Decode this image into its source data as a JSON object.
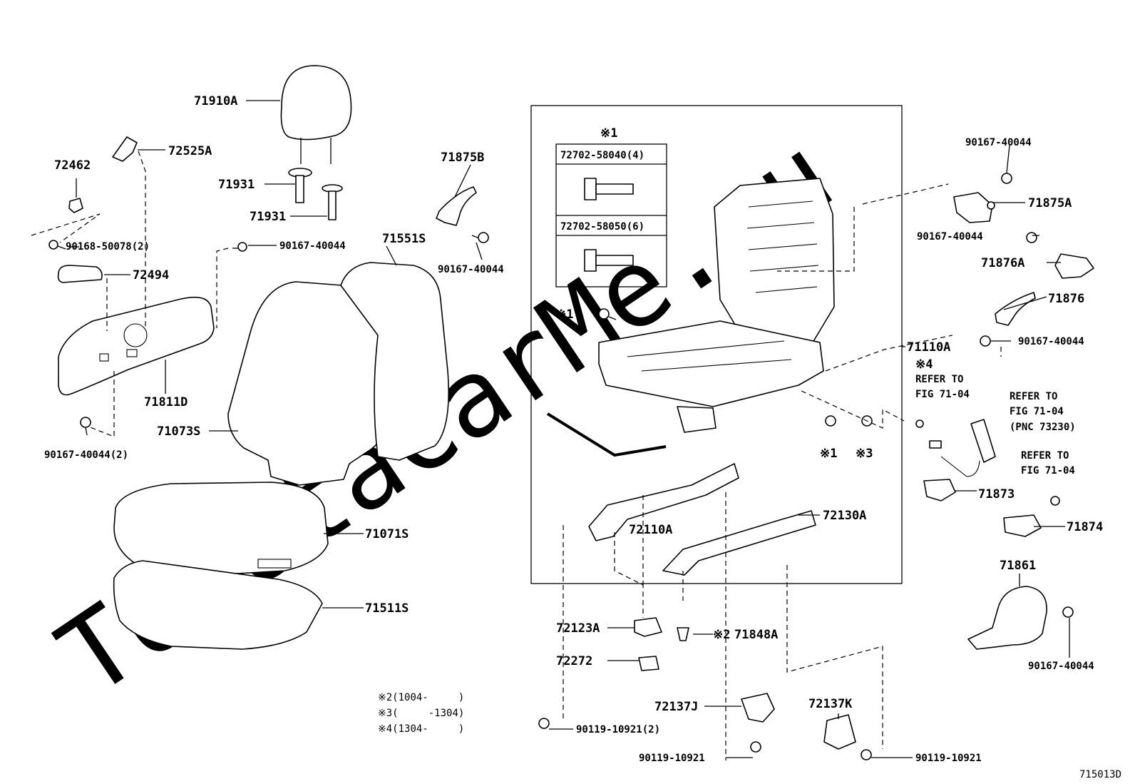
{
  "watermark": "ToyotaCarMe.ru",
  "figure_code": "715013D",
  "inset_box": {
    "header": "※1",
    "bolt_1": "72702-58040(4)",
    "bolt_2": "72702-58050(6)"
  },
  "labels": {
    "p71910A": "71910A",
    "p72525A": "72525A",
    "p72462": "72462",
    "p71931a": "71931",
    "p71931b": "71931",
    "p71875B": "71875B",
    "p90168": "90168-50078(2)",
    "p90167_a": "90167-40044",
    "p71551S": "71551S",
    "p90167_b": "90167-40044",
    "p72494": "72494",
    "p71811D": "71811D",
    "p71073S": "71073S",
    "p90167_c": "90167-40044(2)",
    "p71071S": "71071S",
    "p71511S": "71511S",
    "p90167_d": "90167-40044",
    "p71875A": "71875A",
    "p90167_e": "90167-40044",
    "p71876A": "71876A",
    "p71876": "71876",
    "p90167_f": "90167-40044",
    "p71110A": "71110A",
    "p72110A": "72110A",
    "p72130A": "72130A",
    "p71873": "71873",
    "p71874": "71874",
    "p71861": "71861",
    "p90167_g": "90167-40044",
    "p72123A": "72123A",
    "p71848A": "71848A",
    "p72272": "72272",
    "p72137J": "72137J",
    "p72137K": "72137K",
    "p90119_a": "90119-10921(2)",
    "p90119_b": "90119-10921",
    "p90119_c": "90119-10921"
  },
  "markers": {
    "m1_left": "※1",
    "m1_bottom": "※1",
    "m3_bottom": "※3",
    "m4": "※4",
    "m2": "※2"
  },
  "refer_notes": {
    "a_line1": "REFER TO",
    "a_line2": "FIG 71-04",
    "b_line1": "REFER TO",
    "b_line2": "FIG 71-04",
    "b_line3": "(PNC 73230)",
    "c_line1": "REFER TO",
    "c_line2": "FIG 71-04"
  },
  "legend": [
    "※2(1004-     )",
    "※3(     -1304)",
    "※4(1304-     )"
  ]
}
